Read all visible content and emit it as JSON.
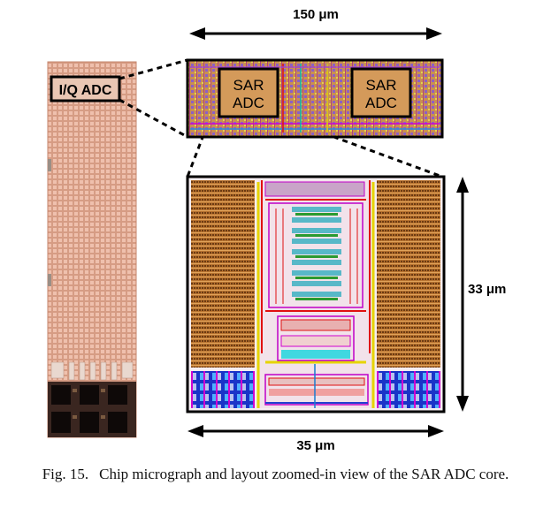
{
  "figure": {
    "dimensions": {
      "top_width": "150 μm",
      "core_width": "35 μm",
      "core_height": "33 μm"
    },
    "micrograph_label": "I/Q ADC",
    "block_labels": [
      {
        "line1": "SAR",
        "line2": "ADC"
      },
      {
        "line1": "SAR",
        "line2": "ADC"
      }
    ],
    "colors": {
      "chip_base": "#d9a088",
      "chip_grid": "#f1c5b3",
      "pad_dark": "#1b1210",
      "layout_orange": "#c98a40",
      "layout_brown": "#6e3d14",
      "metal_magenta": "#c000c8",
      "metal_red": "#e01010",
      "metal_yellow": "#e6d400",
      "metal_cyan": "#00c8d8",
      "metal_blue": "#2040d0",
      "metal_green": "#20b040"
    }
  },
  "caption": {
    "label": "Fig. 15.",
    "text": "Chip micrograph and layout zoomed-in view of the SAR ADC core."
  }
}
